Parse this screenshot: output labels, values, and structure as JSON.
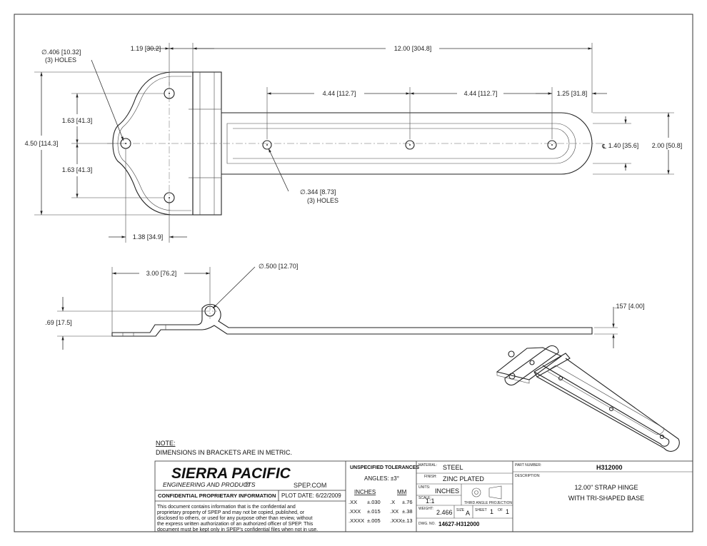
{
  "dims": {
    "hole_large": "∅.406 [10.32]",
    "hole_large_count": "(3) HOLES",
    "d_119": "1.19 [30.2]",
    "d_1200": "12.00 [304.8]",
    "d_444a": "4.44 [112.7]",
    "d_444b": "4.44 [112.7]",
    "d_125": "1.25 [31.8]",
    "d_163a": "1.63 [41.3]",
    "d_163b": "1.63 [41.3]",
    "d_450": "4.50 [114.3]",
    "d_140": "1.40 [35.6]",
    "d_200": "2.00 [50.8]",
    "cl_mark": "℄",
    "hole_small": "∅.344 [8.73]",
    "hole_small_count": "(3) HOLES",
    "d_138": "1.38 [34.9]",
    "d_300": "3.00 [76.2]",
    "d_500": "∅.500 [12.70]",
    "d_069": ".69 [17.5]",
    "d_157": ".157 [4.00]"
  },
  "note": {
    "title": "NOTE:",
    "text": "DIMENSIONS IN BRACKETS ARE IN METRIC."
  },
  "title_block": {
    "company": "SIERRA PACIFIC",
    "company_sub": "ENGINEERING AND PRODUCTS",
    "company_mark": "®",
    "website": "SPEP.COM",
    "confidential": "CONFIDENTIAL PROPRIETARY INFORMATION",
    "plot_date": "PLOT DATE: 6/22/2009",
    "conf_lines": [
      "This document contains information that is the confidential and",
      "proprietary property of SPEP and may not be copied, published, or",
      "disclosed to others, or used for any purpose  other than review, without",
      "the express written authorization of an authorized officer of SPEP. This",
      "document must be kept only in SPEP's confidential files when not in use."
    ],
    "tolerances_title": "UNSPECIFIED TOLERANCES",
    "angles": "ANGLES: ±3°",
    "inches_header": "INCHES",
    "mm_header": "MM",
    "tol_rows": [
      {
        "in": ".XX",
        "in_tol": "±.030",
        "mm": ".X",
        "mm_tol": "±.76"
      },
      {
        "in": ".XXX",
        "in_tol": "±.015",
        "mm": ".XX",
        "mm_tol": "±.38"
      },
      {
        "in": ".XXXX",
        "in_tol": "±.005",
        "mm": ".XXX",
        "mm_tol": "±.13"
      }
    ],
    "material_label": "MATERIAL:",
    "material": "STEEL",
    "finish_label": "FINISH:",
    "finish": "ZINC PLATED",
    "units_label": "UNITS:",
    "units": "INCHES",
    "scale_label": "SCALE:",
    "scale": "1:1",
    "projection": "THIRD ANGLE PROJECTION",
    "weight_label": "WEIGHT:",
    "weight": "2.466",
    "size_label": "SIZE",
    "size": "A",
    "sheet_label": "SHEET",
    "sheet": "1",
    "of_label": "OF",
    "of": "1",
    "dwg_label": "DWG. NO.",
    "dwg": "14627-H312000",
    "part_label": "PART NUMBER:",
    "part": "H312000",
    "desc_label": "DESCRIPTION:",
    "desc1": "12.00\" STRAP HINGE",
    "desc2": "WITH TRI-SHAPED BASE"
  }
}
